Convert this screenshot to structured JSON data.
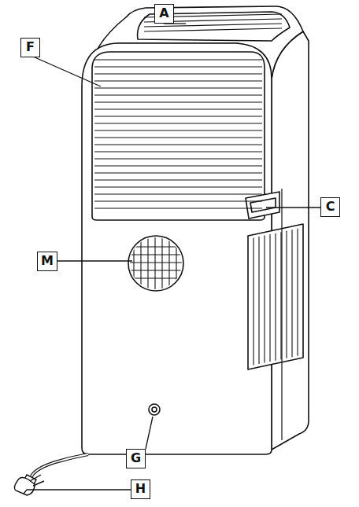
{
  "diagram": {
    "labels": [
      "A",
      "F",
      "M",
      "C",
      "G",
      "H"
    ]
  }
}
